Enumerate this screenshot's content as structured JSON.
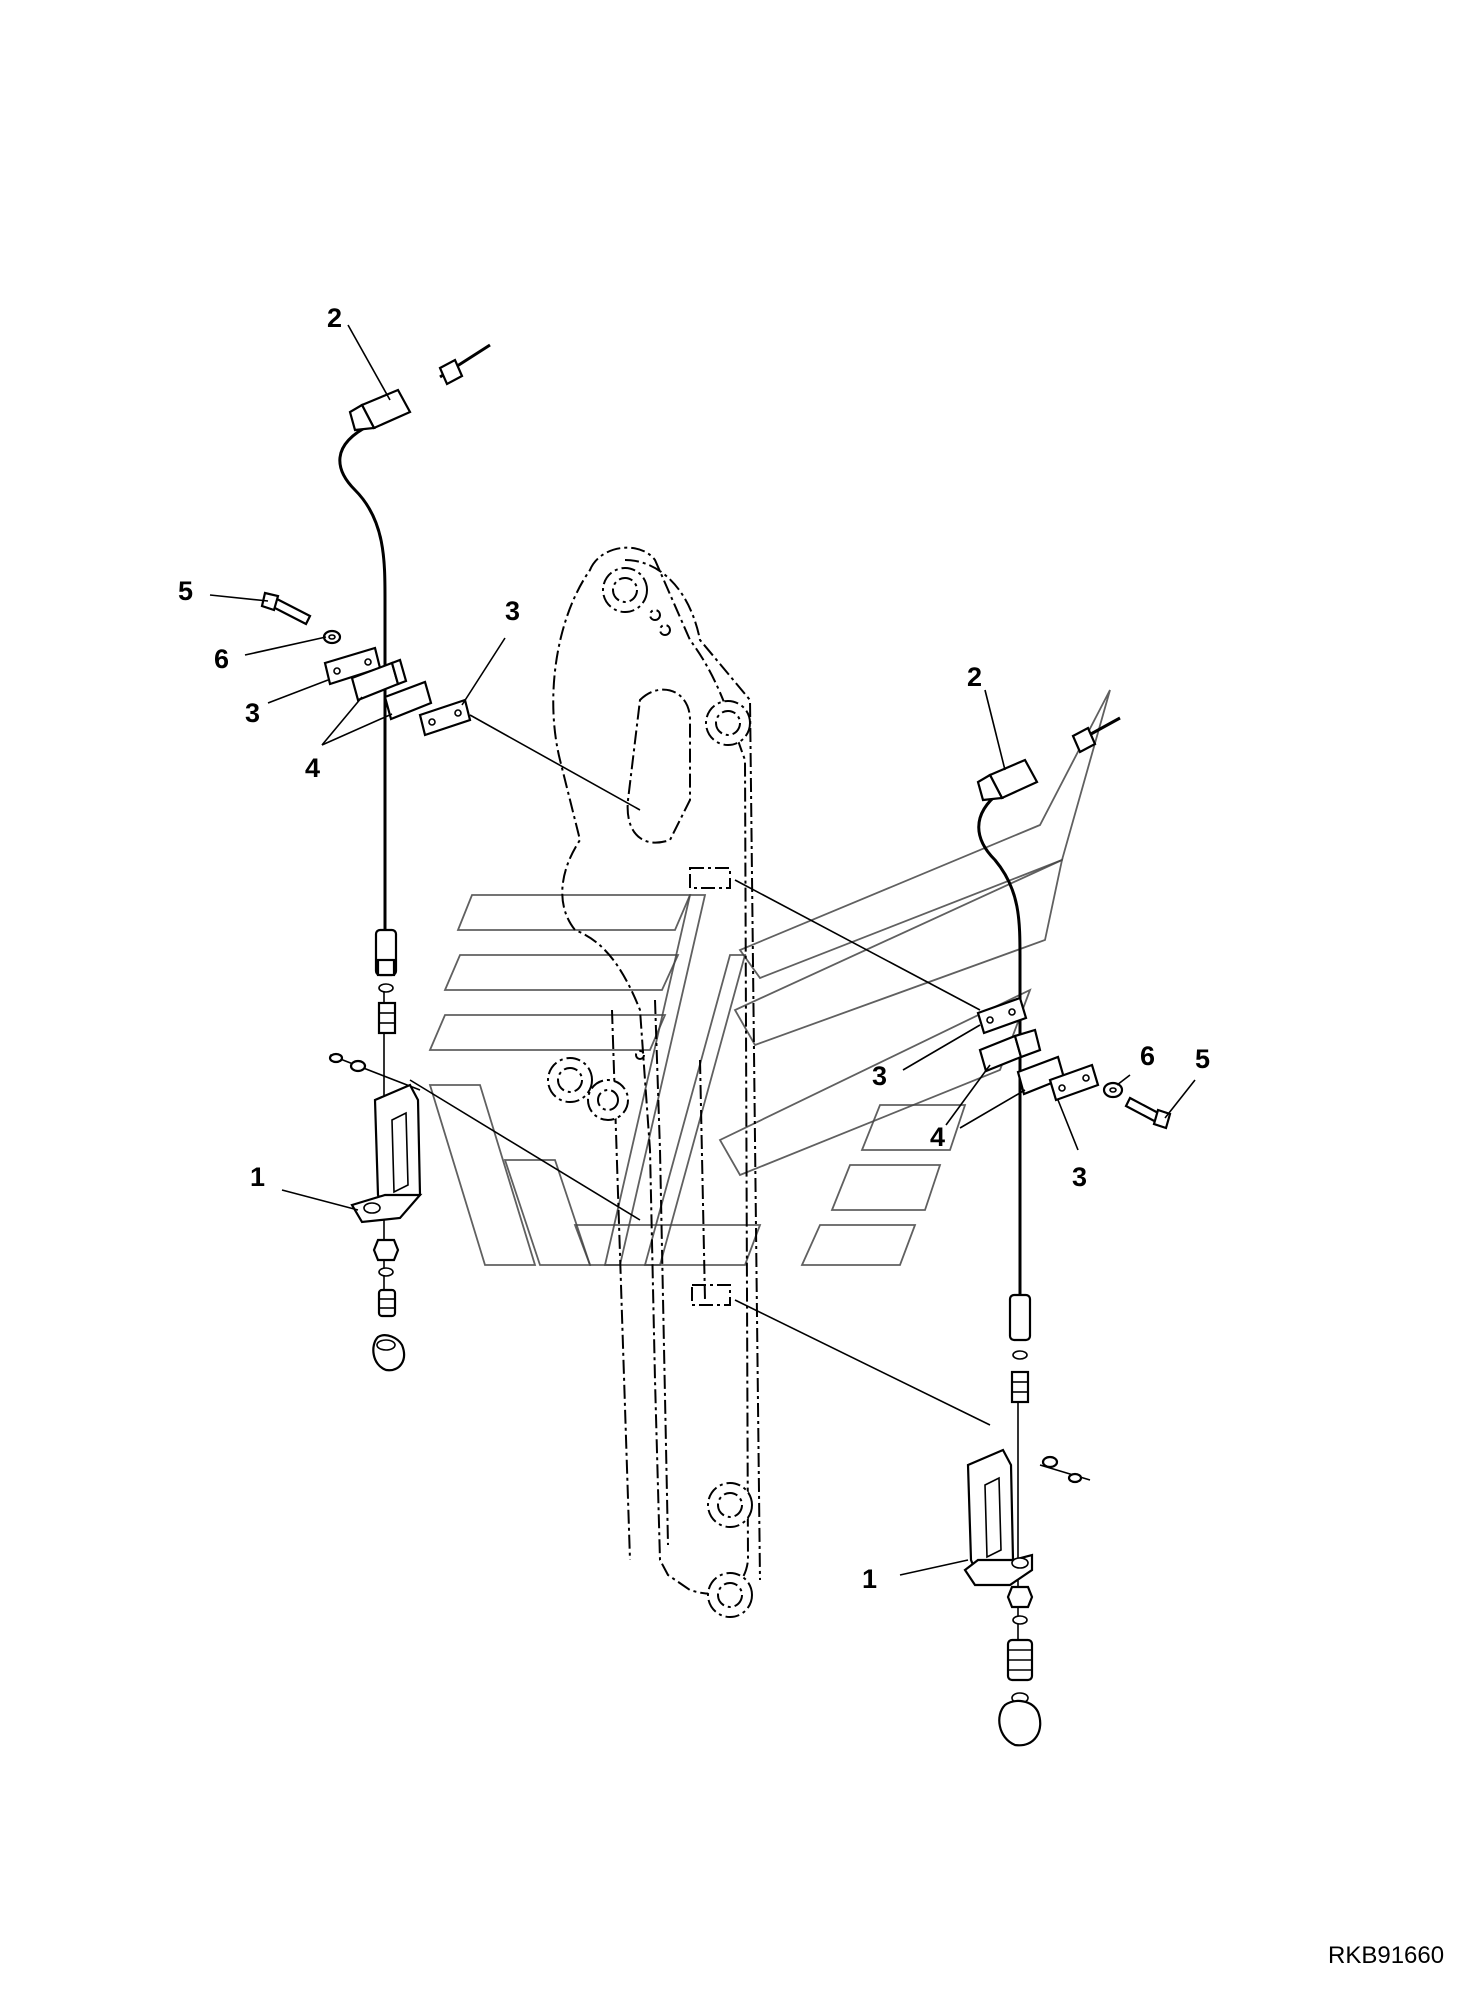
{
  "drawing": {
    "reference_code": "RKB91660"
  },
  "callouts": {
    "left": {
      "hose": "2",
      "bolt": "5",
      "washer": "6",
      "plate_lower": "3",
      "plate_upper": "3",
      "clamp": "4",
      "bracket": "1"
    },
    "right": {
      "hose": "2",
      "bolt": "5",
      "washer": "6",
      "plate_left": "3",
      "plate_right": "3",
      "clamp": "4",
      "bracket": "1"
    }
  },
  "colors": {
    "line": "#000000",
    "background": "#ffffff",
    "watermark": "#444444"
  }
}
